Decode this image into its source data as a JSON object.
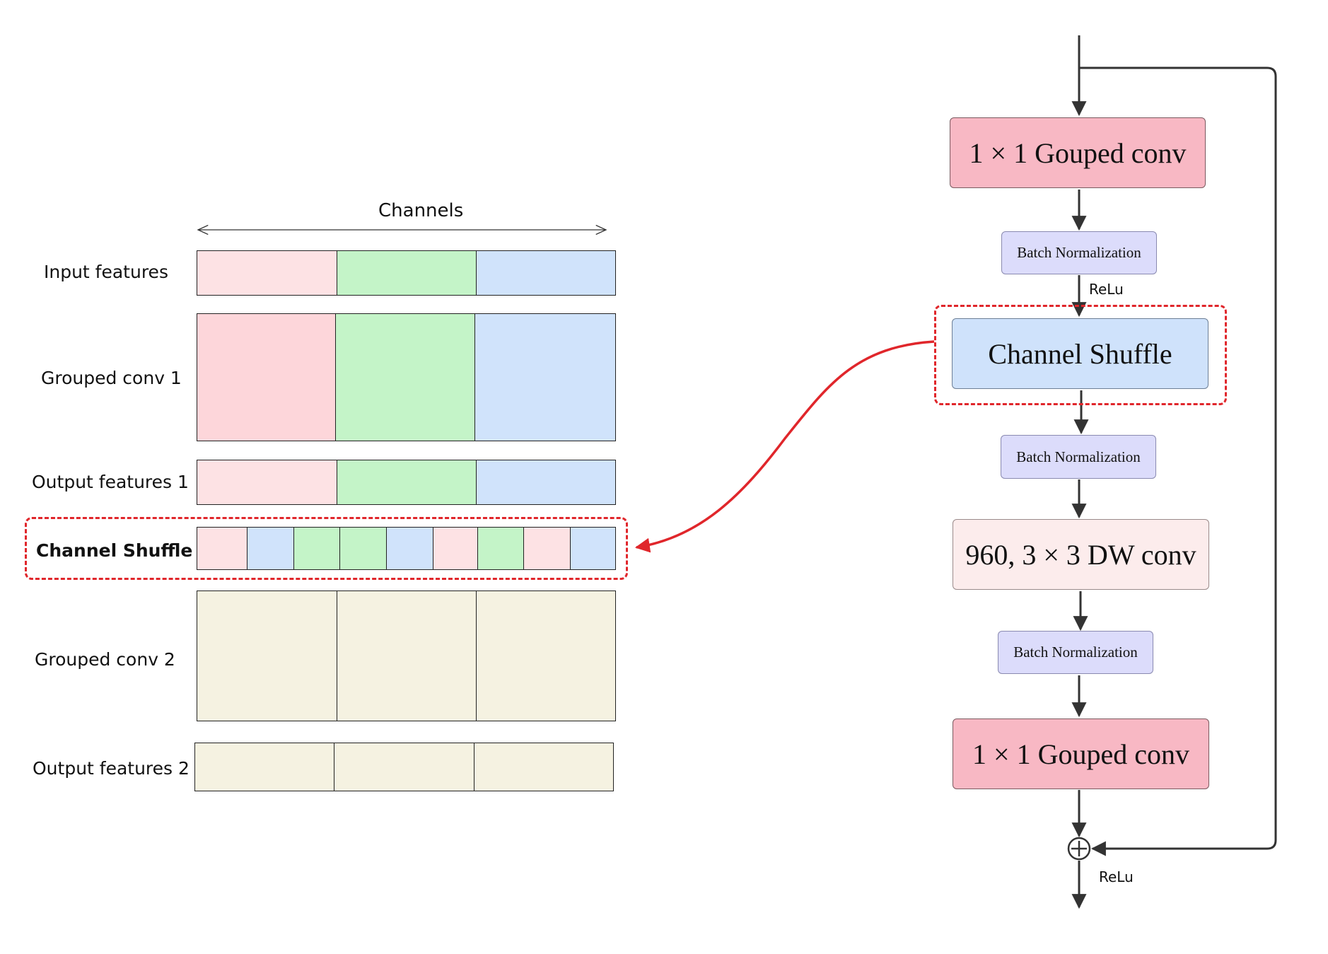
{
  "channels_label": "Channels",
  "colors": {
    "pink": "#fde2e4",
    "pink_block": "#fdd6da",
    "green": "#c4f4c8",
    "blue": "#d0e3fb",
    "cream": "#f5f2e1",
    "node_pink": "#f8b8c4",
    "node_bn": "#dcdcfb",
    "node_shuffle": "#cfe2fb",
    "node_dw": "#fcecec",
    "highlight_red": "#e0262b"
  },
  "left_rows": [
    {
      "label": "Input features",
      "segments": [
        "pink",
        "green",
        "blue"
      ]
    },
    {
      "label": "Grouped conv 1",
      "segments": [
        "pink_block",
        "green",
        "blue"
      ]
    },
    {
      "label": "Output features 1",
      "segments": [
        "pink",
        "green",
        "blue"
      ]
    },
    {
      "label": "Channel Shuffle",
      "segments": [
        "pink",
        "blue",
        "green",
        "green",
        "blue",
        "pink",
        "green",
        "pink",
        "blue"
      ]
    },
    {
      "label": "Grouped conv 2",
      "segments": [
        "cream",
        "cream",
        "cream"
      ]
    },
    {
      "label": "Output features 2",
      "segments": [
        "cream",
        "cream",
        "cream"
      ]
    }
  ],
  "flow": {
    "conv1": "1 × 1 Gouped conv",
    "bn1": "Batch Normalization",
    "relu1": "ReLu",
    "shuffle": "Channel Shuffle",
    "bn2": "Batch Normalization",
    "dw": "960, 3 × 3 DW conv",
    "bn3": "Batch Normalization",
    "conv2": "1 × 1 Gouped conv",
    "add_symbol": "⊕",
    "relu2": "ReLu"
  }
}
